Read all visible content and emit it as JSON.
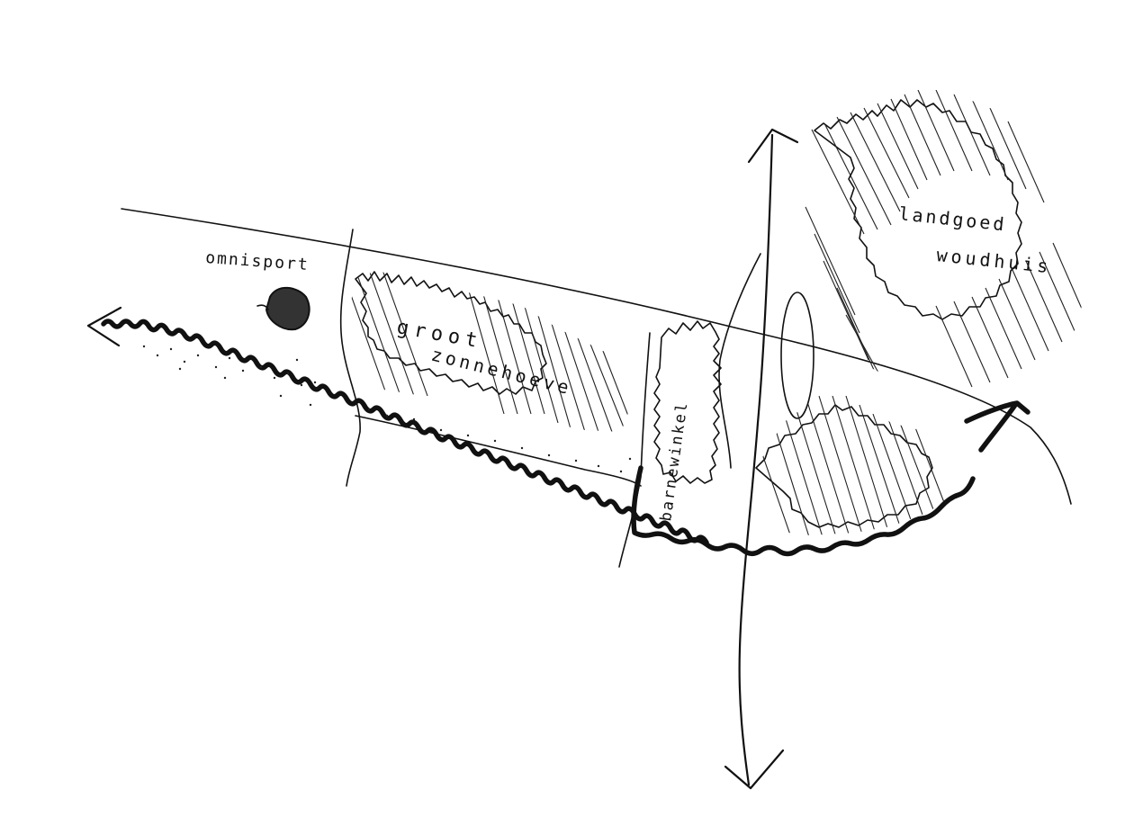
{
  "labels": {
    "omnisport": "omnisport",
    "groot_zonnehoeve_line1": "groot",
    "groot_zonnehoeve_line2": "zonnehoeve",
    "barnewinkel": "barnewinkel",
    "landgoed": "landgoed",
    "woudhuis": "woudhuis"
  }
}
